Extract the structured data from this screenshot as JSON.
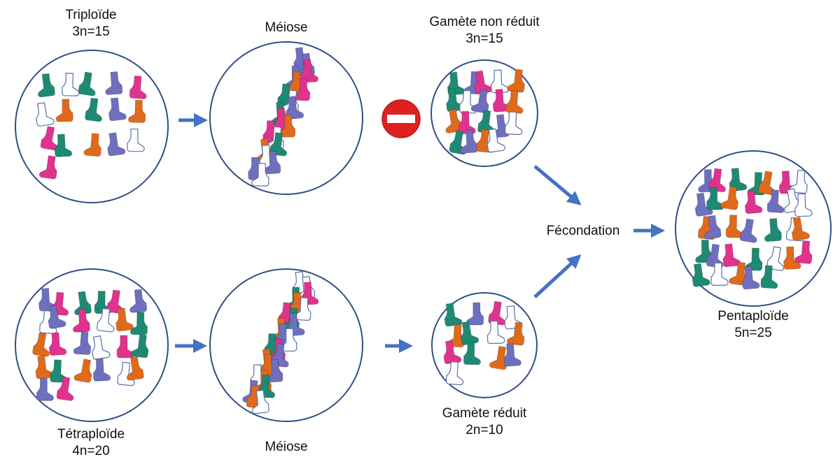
{
  "labels": {
    "triploid": {
      "name": "Triploïde",
      "formula": "3n=15"
    },
    "tetraploid": {
      "name": "Tétraploïde",
      "formula": "4n=20"
    },
    "meiosis_top": "Méiose",
    "meiosis_bottom": "Méiose",
    "unreduced_gamete": {
      "name": "Gamète non réduit",
      "formula": "3n=15"
    },
    "reduced_gamete": {
      "name": "Gamète réduit",
      "formula": "2n=10"
    },
    "fertilization": "Fécondation",
    "pentaploid": {
      "name": "Pentaploïde",
      "formula": "5n=25"
    }
  },
  "colors": {
    "circle_stroke": "#2f4f86",
    "arrow": "#4472c4",
    "sock_green": "#1f8a73",
    "sock_purple": "#6f6fbf",
    "sock_pink": "#e0338e",
    "sock_orange": "#e06a1b",
    "sock_white": "#ffffff",
    "no_entry_red": "#e02020"
  },
  "icons": {
    "blocked": "no-entry-icon",
    "sock": "sock-chromosome-icon"
  },
  "cells": {
    "triploid_cell": [
      "green",
      "white",
      "green",
      "purple",
      "pink",
      "white",
      "orange",
      "green",
      "purple",
      "orange",
      "pink",
      "green",
      "orange",
      "purple",
      "white",
      "pink"
    ],
    "meiosis_top_cell": [
      "purple",
      "purple",
      "pink",
      "purple",
      "orange",
      "pink",
      "green",
      "white",
      "purple",
      "green",
      "pink",
      "orange",
      "pink",
      "white",
      "green",
      "orange",
      "white",
      "purple",
      "purple",
      "white"
    ],
    "unreduced_gamete_cell": [
      "green",
      "purple",
      "pink",
      "white",
      "orange",
      "green",
      "white",
      "purple",
      "pink",
      "orange",
      "orange",
      "pink",
      "green",
      "purple",
      "white",
      "green",
      "purple",
      "orange",
      "white"
    ],
    "tetraploid_cell": [
      "purple",
      "pink",
      "green",
      "green",
      "pink",
      "purple",
      "white",
      "purple",
      "pink",
      "white",
      "orange",
      "green",
      "orange",
      "pink",
      "purple",
      "white",
      "pink",
      "green",
      "orange",
      "green",
      "orange",
      "purple",
      "white",
      "orange",
      "purple",
      "pink"
    ],
    "meiosis_bottom_cell": [
      "white",
      "white",
      "pink",
      "green",
      "orange",
      "white",
      "pink",
      "green",
      "purple",
      "orange",
      "purple",
      "white",
      "green",
      "pink",
      "purple",
      "orange",
      "orange",
      "purple",
      "white",
      "orange",
      "green",
      "purple",
      "orange",
      "white"
    ],
    "reduced_gamete_cell": [
      "green",
      "purple",
      "pink",
      "white",
      "orange",
      "green",
      "white",
      "orange",
      "pink",
      "green",
      "orange",
      "purple",
      "white"
    ],
    "pentaploid_cell": [
      "purple",
      "pink",
      "green",
      "green",
      "orange",
      "pink",
      "white",
      "purple",
      "green",
      "orange",
      "pink",
      "purple",
      "white",
      "white",
      "orange",
      "purple",
      "orange",
      "purple",
      "green",
      "white",
      "orange",
      "green",
      "purple",
      "pink",
      "green",
      "white",
      "orange",
      "pink",
      "green",
      "white",
      "orange",
      "purple",
      "green"
    ]
  }
}
